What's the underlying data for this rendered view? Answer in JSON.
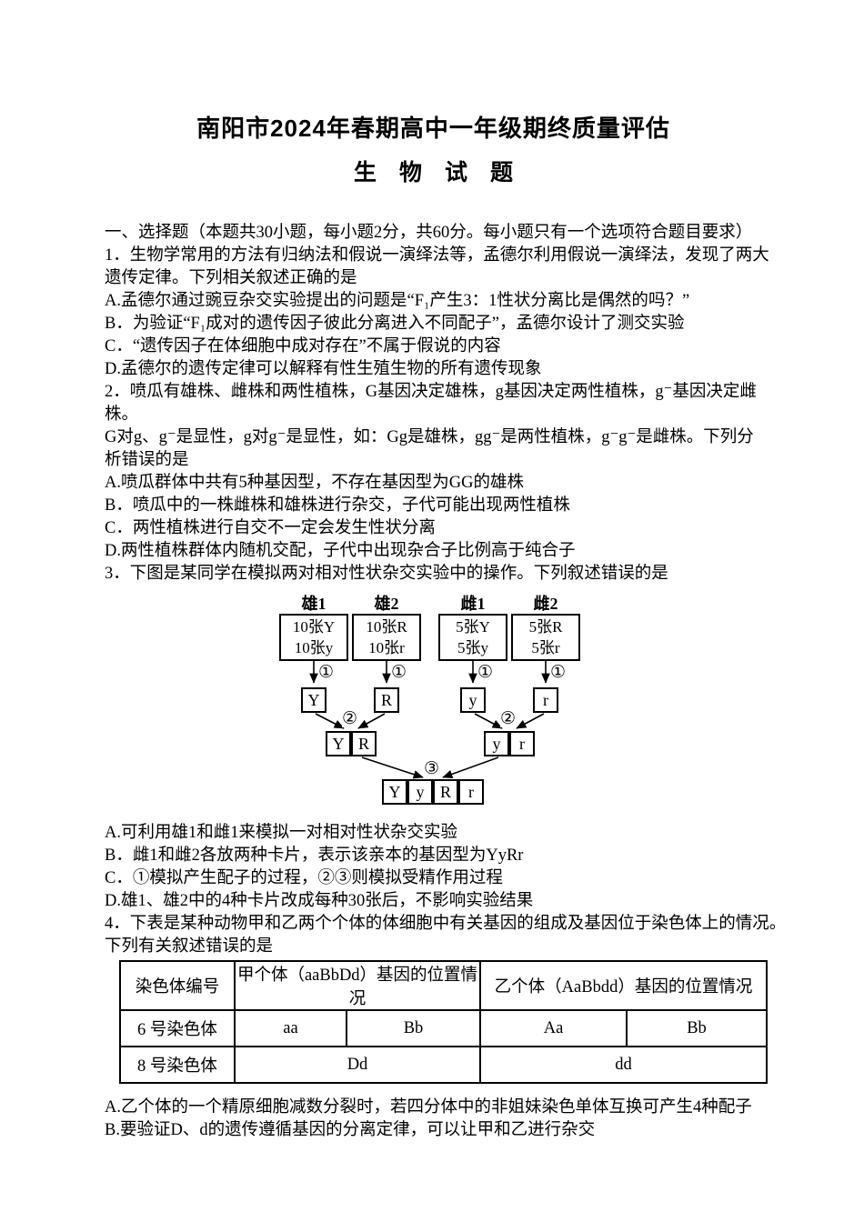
{
  "title": "南阳市2024年春期高中一年级期终质量评估",
  "subtitle": "生　物　试　题",
  "section": {
    "header": "一、选择题（本题共30小题，每小题2分，共60分。每小题只有一个选项符合题目要求）"
  },
  "q1": {
    "stem1": "1．生物学常用的方法有归纳法和假说一演绎法等，孟德尔利用假说一演绎法，发现了两大",
    "stem2": "遗传定律。下列相关叙述正确的是",
    "a": "A.孟德尔通过豌豆杂交实验提出的问题是“F₁产生3：1性状分离比是偶然的吗？”",
    "b": "B．为验证“F₁成对的遗传因子彼此分离进入不同配子”，孟德尔设计了测交实验",
    "c": "C．“遗传因子在体细胞中成对存在”不属于假说的内容",
    "d": "D.孟德尔的遗传定律可以解释有性生殖生物的所有遗传现象"
  },
  "q2": {
    "stem1": "2．喷瓜有雄株、雌株和两性植株，G基因决定雄株，g基因决定两性植株，g⁻基因决定雌",
    "stem2": "株。",
    "stem3": "G对g、g⁻是显性，g对g⁻是显性，如：Gg是雄株，gg⁻是两性植株，g⁻g⁻是雌株。下列分",
    "stem4": "析错误的是",
    "a": "A.喷瓜群体中共有5种基因型，不存在基因型为GG的雄株",
    "b": "B．喷瓜中的一株雌株和雄株进行杂交，子代可能出现两性植株",
    "c": "C．两性植株进行自交不一定会发生性状分离",
    "d": "D.两性植株群体内随机交配，子代中出现杂合子比例高于纯合子"
  },
  "q3": {
    "stem": "3．下图是某同学在模拟两对相对性状杂交实验中的操作。下列叙述错误的是",
    "a": "A.可利用雄1和雌1来模拟一对相对性状杂交实验",
    "b": "B．雌1和雌2各放两种卡片，表示该亲本的基因型为YyRr",
    "c": "C．①模拟产生配子的过程，②③则模拟受精作用过程",
    "d": "D.雄1、雄2中的4种卡片改成每种30张后，不影响实验结果"
  },
  "q4": {
    "stem1": "4．下表是某种动物甲和乙两个个体的体细胞中有关基因的组成及基因位于染色体上的情况。",
    "stem2": "下列有关叙述错误的是",
    "a": "A.乙个体的一个精原细胞减数分裂时，若四分体中的非姐妹染色单体互换可产生4种配子",
    "b": "B.要验证D、d的遗传遵循基因的分离定律，可以让甲和乙进行杂交"
  },
  "diagram": {
    "parents": [
      {
        "label": "雄1",
        "cards1": "10张Y",
        "cards2": "10张y",
        "gamete": "Y"
      },
      {
        "label": "雄2",
        "cards1": "10张R",
        "cards2": "10张r",
        "gamete": "R"
      },
      {
        "label": "雌1",
        "cards1": "5张Y",
        "cards2": "5张y",
        "gamete": "y"
      },
      {
        "label": "雌2",
        "cards1": "5张R",
        "cards2": "5张r",
        "gamete": "r"
      }
    ],
    "steps": {
      "s1": "①",
      "s2": "②",
      "s3": "③"
    },
    "pair_left": [
      "Y",
      "R"
    ],
    "pair_right": [
      "y",
      "r"
    ],
    "final_row": [
      "Y",
      "y",
      "R",
      "r"
    ]
  },
  "table": {
    "col1_header": "染色体编号",
    "col2_header": "甲个体（aaBbDd）基因的位置情况",
    "col3_header": "乙个体（AaBbdd）基因的位置情况",
    "row1": {
      "label": "6 号染色体",
      "c1": "aa",
      "c2": "Bb",
      "c3": "Aa",
      "c4": "Bb"
    },
    "row2": {
      "label": "8 号染色体",
      "c1": "Dd",
      "c2": "dd"
    }
  }
}
